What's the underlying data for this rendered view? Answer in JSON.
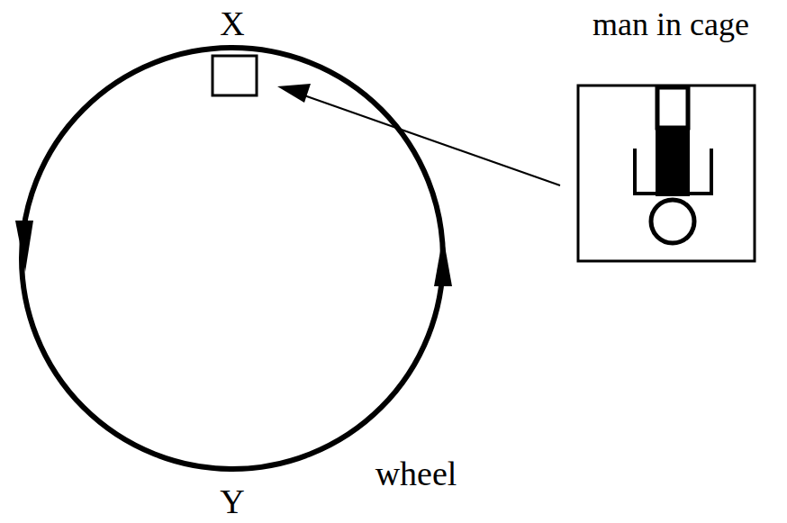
{
  "diagram": {
    "nodes": [
      {
        "text": [
          "man in cage"
        ]
      }
    ],
    "labels": [
      "X",
      "Y",
      "wheel"
    ]
  }
}
